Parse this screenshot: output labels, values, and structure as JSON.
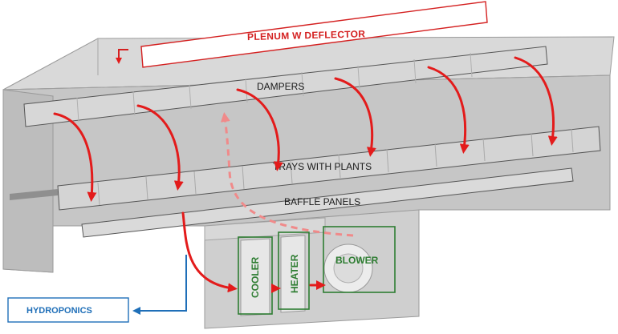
{
  "labels": {
    "plenum": "PLENUM W DEFLECTOR",
    "dampers": "DAMPERS",
    "trays": "TRAYS WITH PLANTS",
    "baffle": "BAFFLE PANELS",
    "cooler": "COOLER",
    "heater": "HEATER",
    "blower": "BLOWER",
    "hydroponics": "HYDROPONICS"
  },
  "colors": {
    "airflow": "#e31b1b",
    "return_air": "#f08a8a",
    "component": "#2e7d32",
    "water": "#1f6fb8",
    "housing": "#c9c9c9"
  }
}
